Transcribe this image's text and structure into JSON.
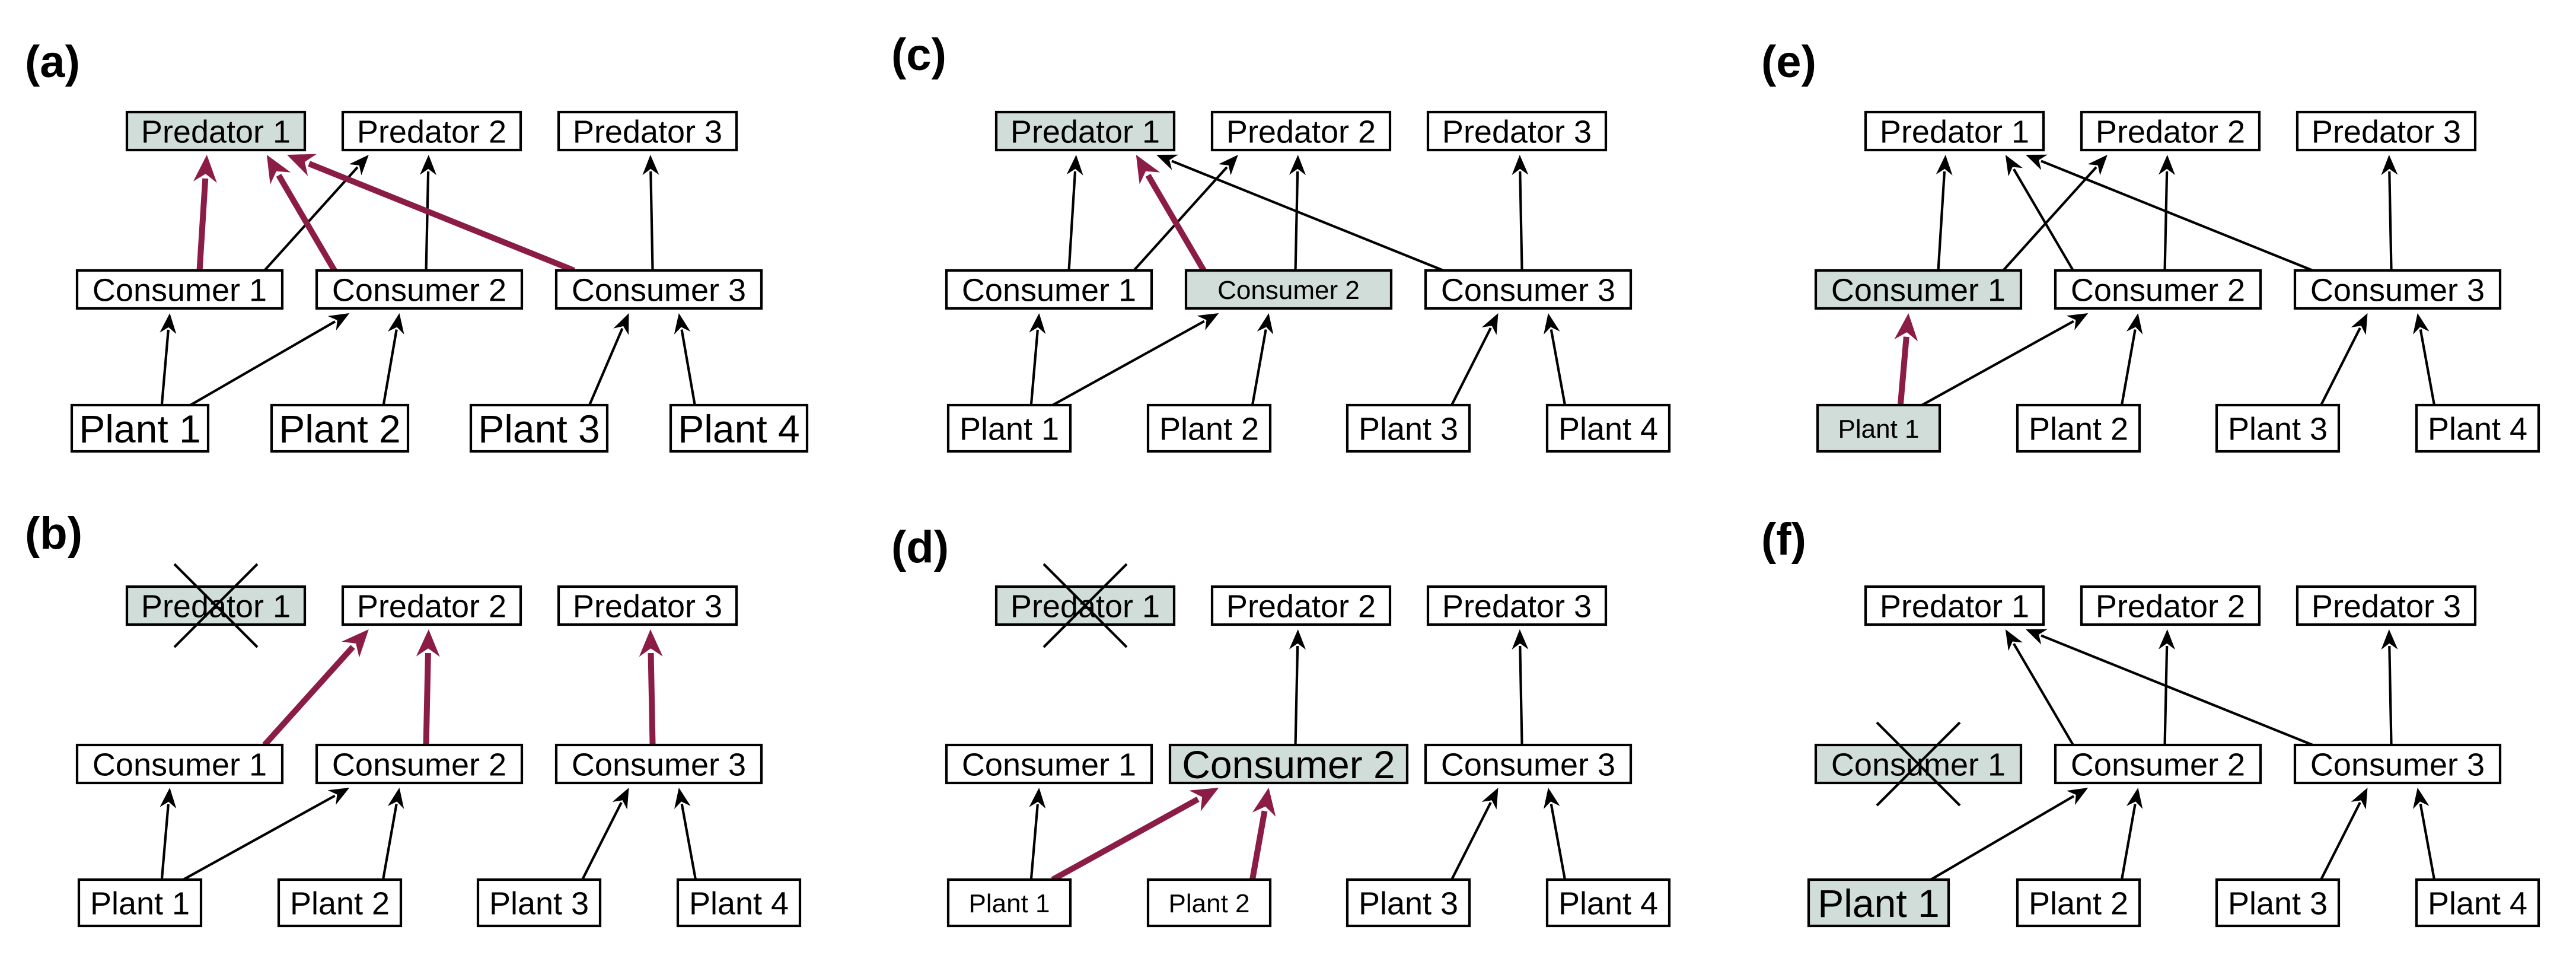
{
  "colors": {
    "highlight_fill": "#d1ddd9",
    "box_fill": "#ffffff",
    "normal_edge": "#000000",
    "highlight_edge": "#8b1c46"
  },
  "panels": [
    {
      "id": "a",
      "label": "(a)",
      "nodes": [
        {
          "id": "pred1",
          "text": "Predator 1",
          "highlight": true
        },
        {
          "id": "pred2",
          "text": "Predator 2"
        },
        {
          "id": "pred3",
          "text": "Predator 3"
        },
        {
          "id": "cons1",
          "text": "Consumer 1"
        },
        {
          "id": "cons2",
          "text": "Consumer 2"
        },
        {
          "id": "cons3",
          "text": "Consumer 3"
        },
        {
          "id": "plant1",
          "text": "Plant 1"
        },
        {
          "id": "plant2",
          "text": "Plant 2"
        },
        {
          "id": "plant3",
          "text": "Plant 3"
        },
        {
          "id": "plant4",
          "text": "Plant 4"
        }
      ],
      "edges": [
        {
          "from": "cons1",
          "to": "pred1",
          "highlight": true
        },
        {
          "from": "cons1",
          "to": "pred2"
        },
        {
          "from": "cons2",
          "to": "pred1",
          "highlight": true
        },
        {
          "from": "cons2",
          "to": "pred2"
        },
        {
          "from": "cons3",
          "to": "pred1",
          "highlight": true
        },
        {
          "from": "cons3",
          "to": "pred3"
        },
        {
          "from": "plant1",
          "to": "cons1"
        },
        {
          "from": "plant1",
          "to": "cons2"
        },
        {
          "from": "plant2",
          "to": "cons2"
        },
        {
          "from": "plant3",
          "to": "cons3"
        },
        {
          "from": "plant4",
          "to": "cons3"
        }
      ]
    },
    {
      "id": "b",
      "label": "(b)",
      "nodes": [
        {
          "id": "pred1",
          "text": "Predator 1",
          "highlight": true,
          "crossed": true
        },
        {
          "id": "pred2",
          "text": "Predator 2"
        },
        {
          "id": "pred3",
          "text": "Predator 3"
        },
        {
          "id": "cons1",
          "text": "Consumer 1"
        },
        {
          "id": "cons2",
          "text": "Consumer 2"
        },
        {
          "id": "cons3",
          "text": "Consumer 3"
        },
        {
          "id": "plant1",
          "text": "Plant 1"
        },
        {
          "id": "plant2",
          "text": "Plant 2"
        },
        {
          "id": "plant3",
          "text": "Plant 3"
        },
        {
          "id": "plant4",
          "text": "Plant 4"
        }
      ],
      "edges": [
        {
          "from": "cons1",
          "to": "pred2",
          "highlight": true
        },
        {
          "from": "cons2",
          "to": "pred2",
          "highlight": true
        },
        {
          "from": "cons3",
          "to": "pred3",
          "highlight": true
        },
        {
          "from": "plant1",
          "to": "cons1"
        },
        {
          "from": "plant1",
          "to": "cons2"
        },
        {
          "from": "plant2",
          "to": "cons2"
        },
        {
          "from": "plant3",
          "to": "cons3"
        },
        {
          "from": "plant4",
          "to": "cons3"
        }
      ]
    },
    {
      "id": "c",
      "label": "(c)",
      "nodes": [
        {
          "id": "pred1",
          "text": "Predator 1",
          "highlight": true
        },
        {
          "id": "pred2",
          "text": "Predator 2"
        },
        {
          "id": "pred3",
          "text": "Predator 3"
        },
        {
          "id": "cons1",
          "text": "Consumer 1"
        },
        {
          "id": "cons2",
          "text": "Consumer 2",
          "highlight": true
        },
        {
          "id": "cons3",
          "text": "Consumer 3"
        },
        {
          "id": "plant1",
          "text": "Plant 1"
        },
        {
          "id": "plant2",
          "text": "Plant 2"
        },
        {
          "id": "plant3",
          "text": "Plant 3"
        },
        {
          "id": "plant4",
          "text": "Plant 4"
        }
      ],
      "edges": [
        {
          "from": "cons1",
          "to": "pred1"
        },
        {
          "from": "cons1",
          "to": "pred2"
        },
        {
          "from": "cons2",
          "to": "pred1",
          "highlight": true
        },
        {
          "from": "cons2",
          "to": "pred2"
        },
        {
          "from": "cons3",
          "to": "pred1"
        },
        {
          "from": "cons3",
          "to": "pred3"
        },
        {
          "from": "plant1",
          "to": "cons1"
        },
        {
          "from": "plant1",
          "to": "cons2"
        },
        {
          "from": "plant2",
          "to": "cons2"
        },
        {
          "from": "plant3",
          "to": "cons3"
        },
        {
          "from": "plant4",
          "to": "cons3"
        }
      ]
    },
    {
      "id": "d",
      "label": "(d)",
      "nodes": [
        {
          "id": "pred1",
          "text": "Predator 1",
          "highlight": true,
          "crossed": true
        },
        {
          "id": "pred2",
          "text": "Predator 2"
        },
        {
          "id": "pred3",
          "text": "Predator 3"
        },
        {
          "id": "cons1",
          "text": "Consumer 1"
        },
        {
          "id": "cons2",
          "text": "Consumer 2",
          "highlight": true
        },
        {
          "id": "cons3",
          "text": "Consumer 3"
        },
        {
          "id": "plant1",
          "text": "Plant 1"
        },
        {
          "id": "plant2",
          "text": "Plant 2"
        },
        {
          "id": "plant3",
          "text": "Plant 3"
        },
        {
          "id": "plant4",
          "text": "Plant 4"
        }
      ],
      "edges": [
        {
          "from": "cons2",
          "to": "pred2"
        },
        {
          "from": "cons3",
          "to": "pred3"
        },
        {
          "from": "plant1",
          "to": "cons1"
        },
        {
          "from": "plant1",
          "to": "cons2",
          "highlight": true
        },
        {
          "from": "plant2",
          "to": "cons2",
          "highlight": true
        },
        {
          "from": "plant3",
          "to": "cons3"
        },
        {
          "from": "plant4",
          "to": "cons3"
        }
      ]
    },
    {
      "id": "e",
      "label": "(e)",
      "nodes": [
        {
          "id": "pred1",
          "text": "Predator 1"
        },
        {
          "id": "pred2",
          "text": "Predator 2"
        },
        {
          "id": "pred3",
          "text": "Predator 3"
        },
        {
          "id": "cons1",
          "text": "Consumer 1",
          "highlight": true
        },
        {
          "id": "cons2",
          "text": "Consumer 2"
        },
        {
          "id": "cons3",
          "text": "Consumer 3"
        },
        {
          "id": "plant1",
          "text": "Plant 1",
          "highlight": true
        },
        {
          "id": "plant2",
          "text": "Plant 2"
        },
        {
          "id": "plant3",
          "text": "Plant 3"
        },
        {
          "id": "plant4",
          "text": "Plant 4"
        }
      ],
      "edges": [
        {
          "from": "cons1",
          "to": "pred1"
        },
        {
          "from": "cons1",
          "to": "pred2"
        },
        {
          "from": "cons2",
          "to": "pred1"
        },
        {
          "from": "cons2",
          "to": "pred2"
        },
        {
          "from": "cons3",
          "to": "pred1"
        },
        {
          "from": "cons3",
          "to": "pred3"
        },
        {
          "from": "plant1",
          "to": "cons1",
          "highlight": true
        },
        {
          "from": "plant1",
          "to": "cons2"
        },
        {
          "from": "plant2",
          "to": "cons2"
        },
        {
          "from": "plant3",
          "to": "cons3"
        },
        {
          "from": "plant4",
          "to": "cons3"
        }
      ]
    },
    {
      "id": "f",
      "label": "(f)",
      "nodes": [
        {
          "id": "pred1",
          "text": "Predator 1"
        },
        {
          "id": "pred2",
          "text": "Predator 2"
        },
        {
          "id": "pred3",
          "text": "Predator 3"
        },
        {
          "id": "cons1",
          "text": "Consumer 1",
          "highlight": true,
          "crossed": true
        },
        {
          "id": "cons2",
          "text": "Consumer 2"
        },
        {
          "id": "cons3",
          "text": "Consumer 3"
        },
        {
          "id": "plant1",
          "text": "Plant 1",
          "highlight": true
        },
        {
          "id": "plant2",
          "text": "Plant 2"
        },
        {
          "id": "plant3",
          "text": "Plant 3"
        },
        {
          "id": "plant4",
          "text": "Plant 4"
        }
      ],
      "edges": [
        {
          "from": "cons2",
          "to": "pred1"
        },
        {
          "from": "cons2",
          "to": "pred2"
        },
        {
          "from": "cons3",
          "to": "pred1"
        },
        {
          "from": "cons3",
          "to": "pred3"
        },
        {
          "from": "plant1",
          "to": "cons2"
        },
        {
          "from": "plant2",
          "to": "cons2"
        },
        {
          "from": "plant3",
          "to": "cons3"
        },
        {
          "from": "plant4",
          "to": "cons3"
        }
      ]
    }
  ]
}
